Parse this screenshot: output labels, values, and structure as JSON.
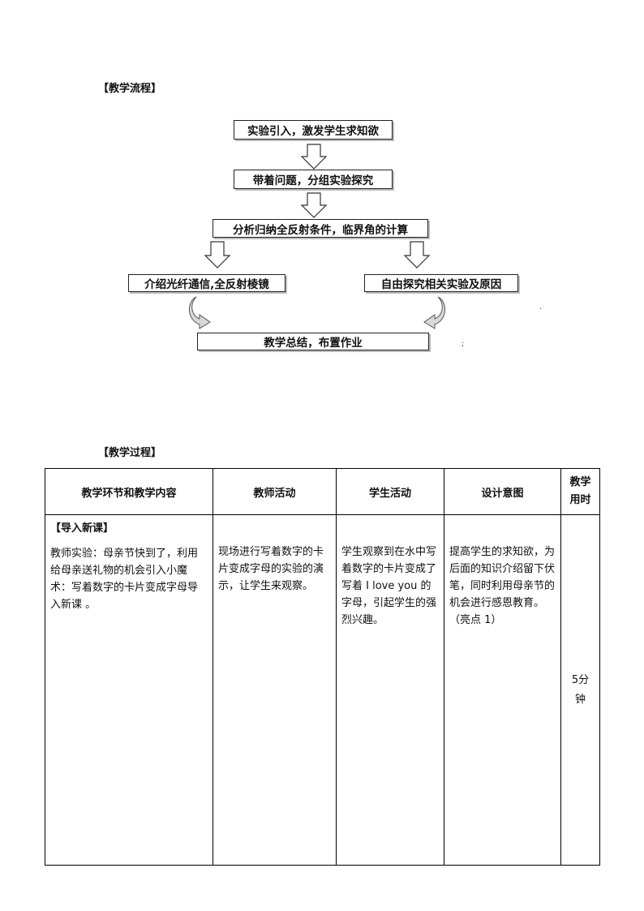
{
  "flow_heading": "【教学流程】",
  "flow": {
    "step1": "实验引入，激发学生求知欲",
    "step2": "带着问题，分组实验探究",
    "step3": "分析归纳全反射条件，临界角的计算",
    "left": "介绍光纤通信,全反射棱镜",
    "right": "自由探究相关实验及原因",
    "final": "教学总结，布置作业"
  },
  "process_heading": "【教学过程】",
  "table": {
    "headers": [
      "教学环节和教学内容",
      "教师活动",
      "学生活动",
      "设计意图",
      "教学用时"
    ],
    "section_label": "【导入新课】",
    "content": "教师实验：母亲节快到了，利用给母亲送礼物的机会引入小魔术：写着数字的卡片变成字母导入新课 。",
    "teacher": "现场进行写着数字的卡片变成字母的实验的演示，让学生来观察。",
    "student": "学生观察到在水中写着数字的卡片变成了写着 I love you 的字母，引起学生的强烈兴趣。",
    "intent": "提高学生的求知欲，为后面的知识介绍留下伏笔，同时利用母亲节的机会进行感恩教育。（亮点 1）",
    "time": "5分钟"
  }
}
